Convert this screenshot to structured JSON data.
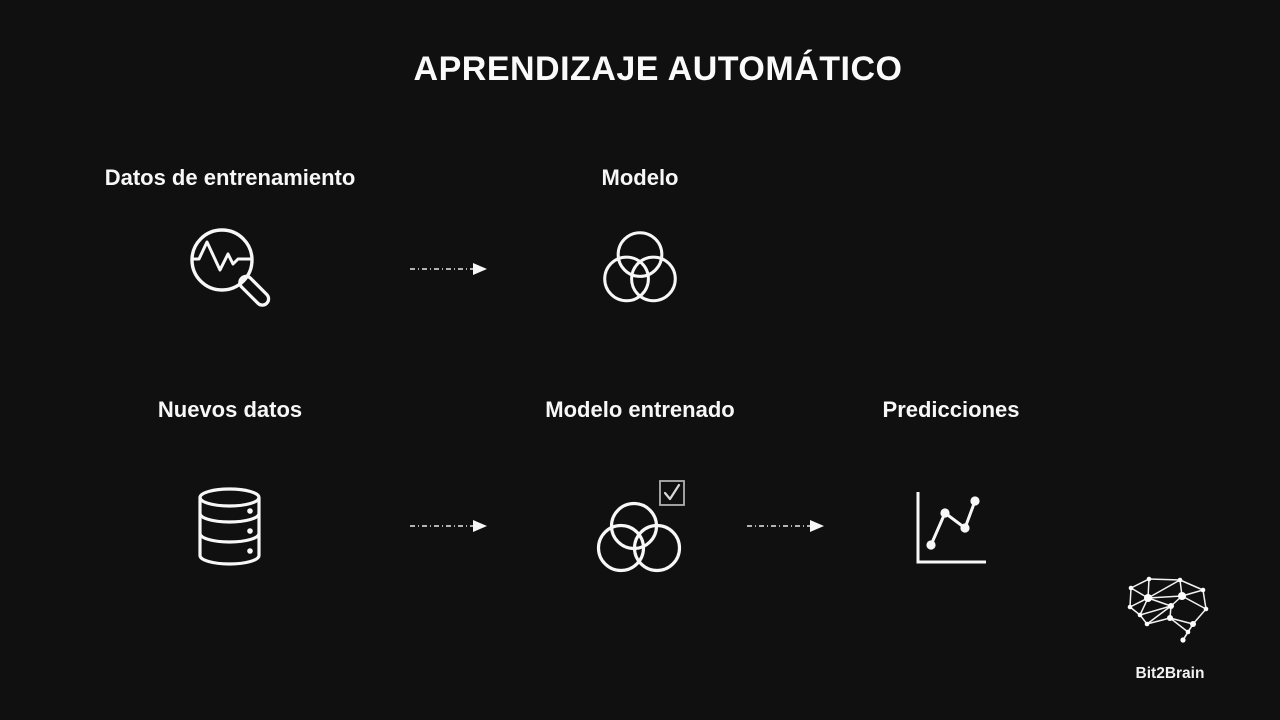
{
  "slide": {
    "title": "APRENDIZAJE AUTOMÁTICO"
  },
  "diagram": {
    "training_data_label": "Datos de entrenamiento",
    "model_label": "Modelo",
    "new_data_label": "Nuevos datos",
    "trained_model_label": "Modelo entrenado",
    "predictions_label": "Predicciones",
    "icons": {
      "training_data": "magnifier-pulse-icon",
      "model": "venn-circles-icon",
      "new_data": "database-icon",
      "trained_model": "venn-circles-check-icon",
      "predictions": "line-chart-icon",
      "arrow": "dashed-arrow-icon"
    },
    "flow": [
      "Datos de entrenamiento → Modelo",
      "Nuevos datos → Modelo entrenado → Predicciones"
    ]
  },
  "brand": {
    "name": "Bit2Brain",
    "icon": "brain-network-icon"
  },
  "colors": {
    "background": "#101010",
    "foreground": "#f7f7f7",
    "checkbox_gray": "#b0b0b0"
  }
}
